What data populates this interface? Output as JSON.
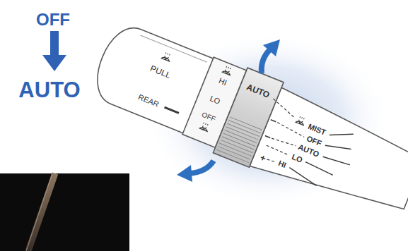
{
  "diagram": {
    "labels": [
      "OFF",
      "AUTO",
      "PULL",
      "REAR",
      "HI",
      "LO",
      "OFF",
      "AUTO",
      "MIST",
      "OFF",
      "AUTO",
      "LO",
      "HI",
      "+"
    ]
  }
}
